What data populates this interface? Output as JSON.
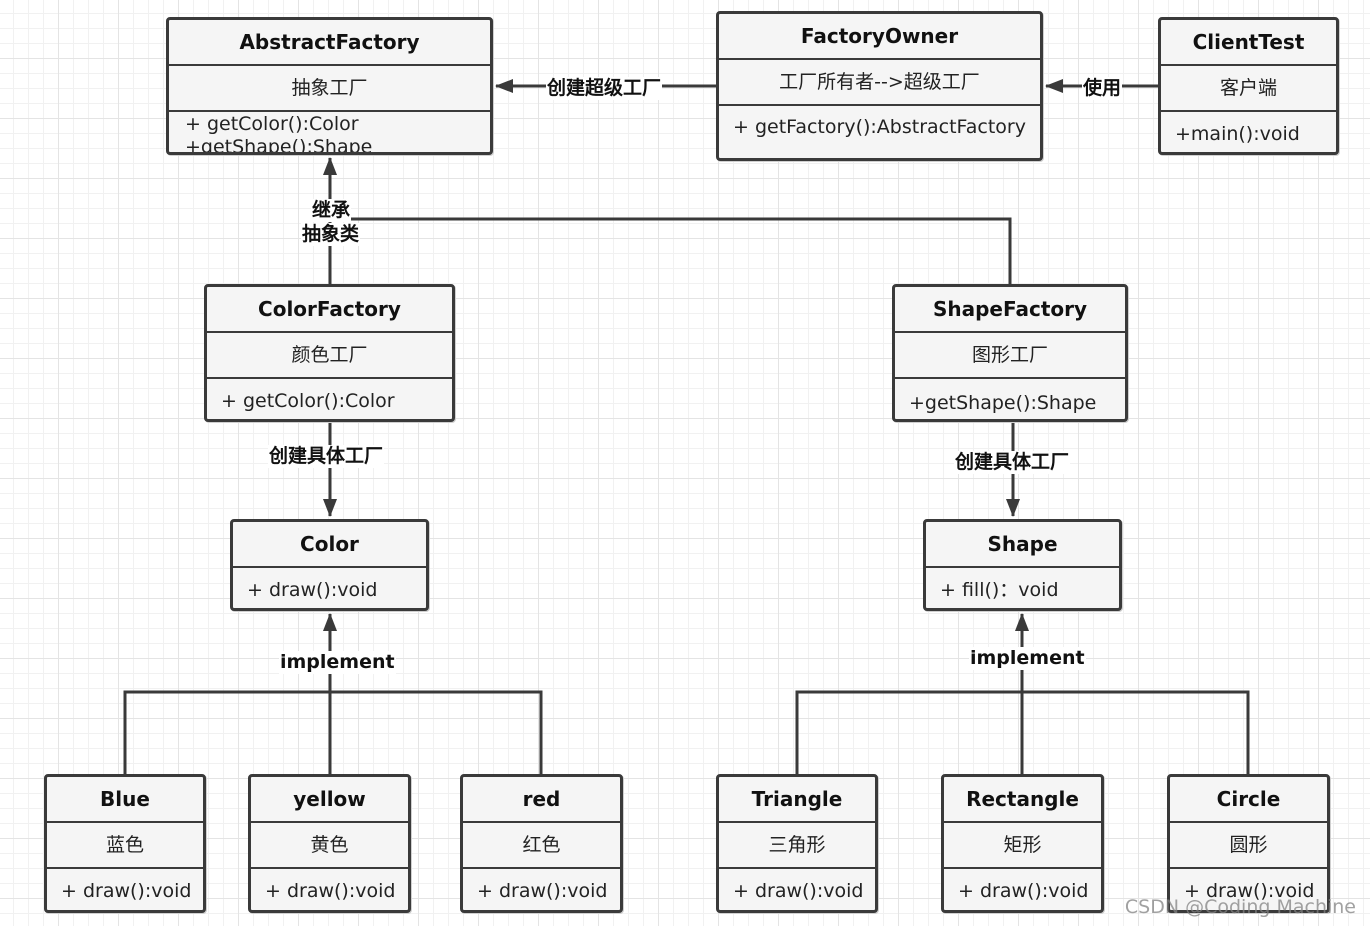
{
  "classes": {
    "abstract_factory": {
      "name": "AbstractFactory",
      "desc": "抽象工厂",
      "methods": [
        "+ getColor():Color",
        "+getShape():Shape"
      ]
    },
    "factory_owner": {
      "name": "FactoryOwner",
      "desc": "工厂所有者-->超级工厂",
      "methods": [
        "+ getFactory():AbstractFactory"
      ]
    },
    "client_test": {
      "name": "ClientTest",
      "desc": "客户端",
      "methods": [
        "+main():void"
      ]
    },
    "color_factory": {
      "name": "ColorFactory",
      "desc": "颜色工厂",
      "methods": [
        "+ getColor():Color"
      ]
    },
    "shape_factory": {
      "name": "ShapeFactory",
      "desc": "图形工厂",
      "methods": [
        "+getShape():Shape"
      ]
    },
    "color": {
      "name": "Color",
      "methods": [
        "+ draw():void"
      ]
    },
    "shape": {
      "name": "Shape",
      "methods": [
        "+ fill()：void"
      ]
    },
    "blue": {
      "name": "Blue",
      "desc": "蓝色",
      "methods": [
        "+ draw():void"
      ]
    },
    "yellow": {
      "name": "yellow",
      "desc": "黄色",
      "methods": [
        "+ draw():void"
      ]
    },
    "red": {
      "name": "red",
      "desc": "红色",
      "methods": [
        "+ draw():void"
      ]
    },
    "triangle": {
      "name": "Triangle",
      "desc": "三角形",
      "methods": [
        "+ draw():void"
      ]
    },
    "rectangle": {
      "name": "Rectangle",
      "desc": "矩形",
      "methods": [
        "+ draw():void"
      ]
    },
    "circle": {
      "name": "Circle",
      "desc": "圆形",
      "methods": [
        "+ draw():void"
      ]
    }
  },
  "labels": {
    "create_super_factory": "创建超级工厂",
    "use": "使用",
    "inherit": "继承",
    "abstract_class": "抽象类",
    "create_concrete_color": "创建具体工厂",
    "create_concrete_shape": "创建具体工厂",
    "implement_color": "implement",
    "implement_shape": "implement"
  },
  "watermark": "CSDN @Coding Machine",
  "colors": {
    "border": "#3a3a3a",
    "fill": "#f5f5f5",
    "line": "#3a3a3a"
  }
}
